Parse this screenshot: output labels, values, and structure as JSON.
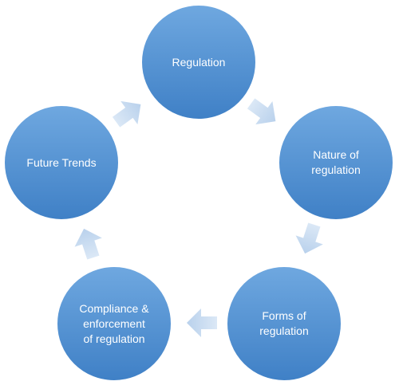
{
  "diagram": {
    "type": "cycle",
    "colors": {
      "node_fill_top": "#6fa8e0",
      "node_fill_bottom": "#3f80c6",
      "node_stroke": "#ffffff",
      "node_text": "#ffffff",
      "arrow_fill_light": "#dbe8f6",
      "arrow_fill_dark": "#b9d1ec"
    },
    "nodes": [
      {
        "id": "regulation",
        "label": "Regulation"
      },
      {
        "id": "nature",
        "label": "Nature of\nregulation"
      },
      {
        "id": "forms",
        "label": "Forms of\nregulation"
      },
      {
        "id": "compliance",
        "label": "Compliance &\nenforcement\nof regulation"
      },
      {
        "id": "future",
        "label": "Future Trends"
      }
    ],
    "edges": [
      {
        "from": "regulation",
        "to": "nature"
      },
      {
        "from": "nature",
        "to": "forms"
      },
      {
        "from": "forms",
        "to": "compliance"
      },
      {
        "from": "compliance",
        "to": "future"
      },
      {
        "from": "future",
        "to": "regulation"
      }
    ]
  }
}
